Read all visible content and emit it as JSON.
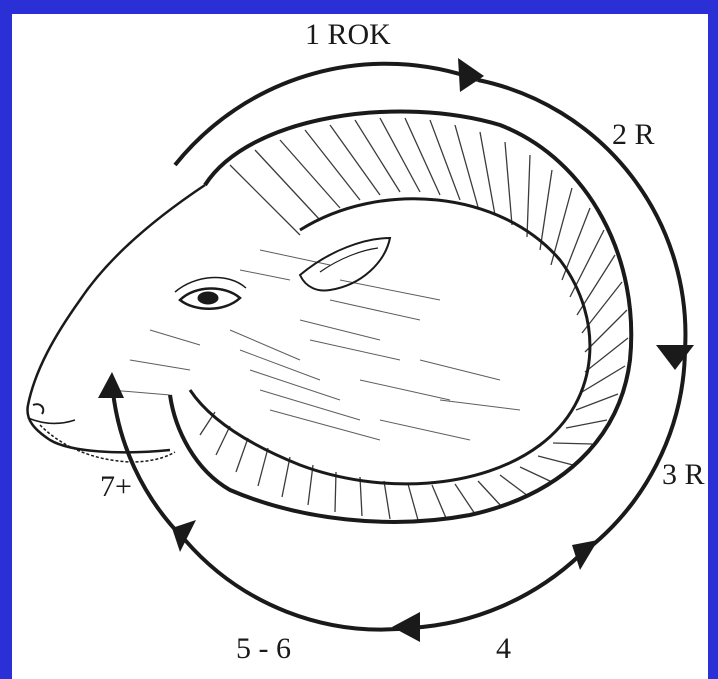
{
  "labels": {
    "year_1": "1 ROK",
    "year_2": "2 R",
    "year_3": "3 R",
    "year_4": "4",
    "year_5_6": "5 - 6",
    "year_7_plus": "7+"
  },
  "colors": {
    "border": "#2a2fd6",
    "background": "#ffffff",
    "ink": "#1a1a1a"
  }
}
